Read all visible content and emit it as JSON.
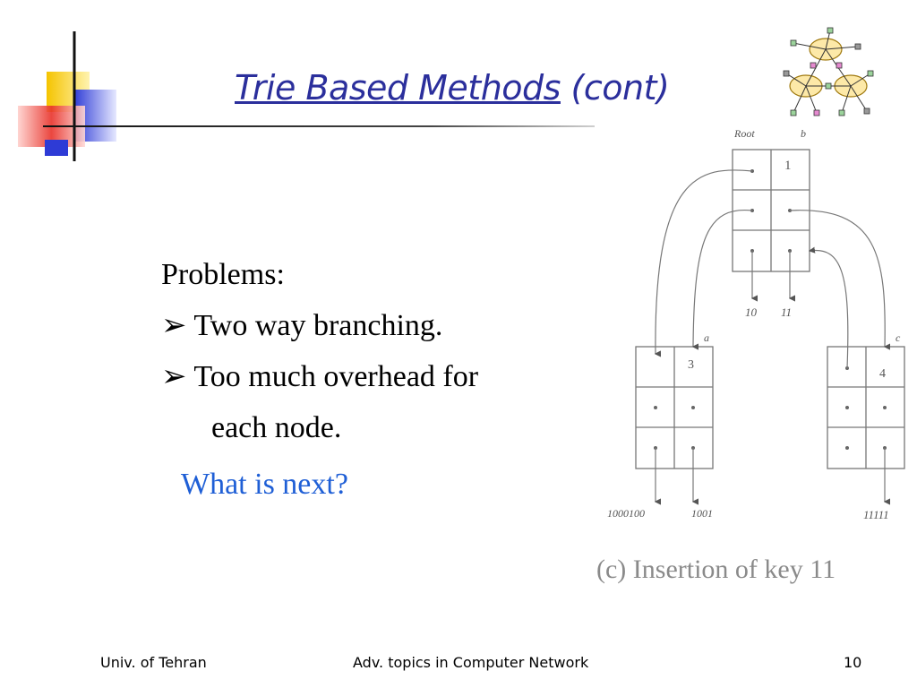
{
  "slide": {
    "title_link": "Trie Based Methods",
    "title_rest": " (cont)",
    "heading": "Problems:",
    "bullets": [
      "Two way branching.",
      "Too much overhead for"
    ],
    "bullet_continuation": "each node.",
    "bullet_marker": "➢",
    "question": "What  is next?"
  },
  "figure": {
    "root_label": "Root",
    "root_letter": "b",
    "left_letter": "a",
    "right_letter": "c",
    "root_number": "1",
    "left_number": "3",
    "right_number": "4",
    "root_leaf_left": "10",
    "root_leaf_right": "11",
    "left_leaf_left": "1000100",
    "left_leaf_right": "1001",
    "right_leaf": "11111",
    "caption": "(c) Insertion of key 11"
  },
  "footer": {
    "left": "Univ. of Tehran",
    "center": "Adv. topics in Computer Network",
    "page": "10"
  },
  "colors": {
    "title": "#2b2f9c",
    "question": "#1f5fd6",
    "deco_yellow": "#f5c400",
    "deco_blue": "#2e3bd6",
    "deco_red": "#e8322a"
  }
}
